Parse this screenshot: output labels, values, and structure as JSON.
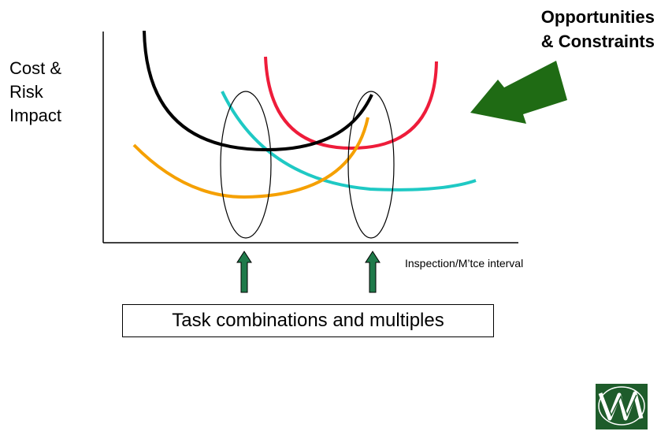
{
  "y_axis_label_lines": [
    "Cost &",
    "Risk",
    "Impact"
  ],
  "headline_lines": [
    "Opportunities",
    "& Constraints"
  ],
  "x_axis_label": "Inspection/M’tce interval",
  "task_box_label": "Task combinations and multiples",
  "colors": {
    "black_curve": "#000000",
    "red_curve": "#ee1c3a",
    "cyan_curve": "#1fc9c4",
    "orange_curve": "#f5a000",
    "big_arrow": "#1f6b14",
    "small_arrows": "#1f7a4a",
    "logo_bg": "#1e5c2b"
  },
  "icons": [
    "opportunities-arrow-icon",
    "up-arrow-icon",
    "logo-icon"
  ]
}
